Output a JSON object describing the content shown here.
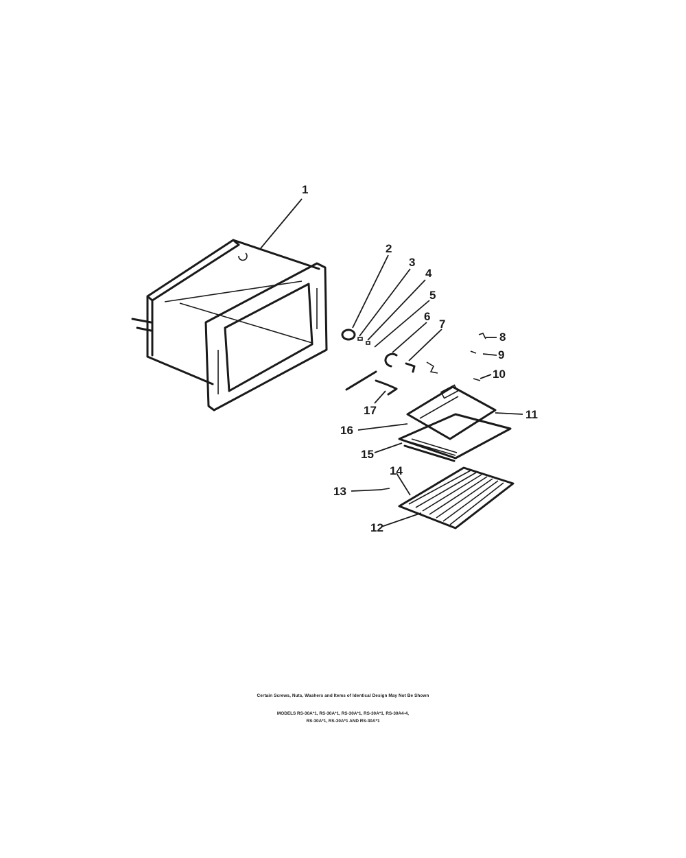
{
  "callouts": [
    {
      "id": "1",
      "text": "1"
    },
    {
      "id": "2",
      "text": "2"
    },
    {
      "id": "3",
      "text": "3"
    },
    {
      "id": "4",
      "text": "4"
    },
    {
      "id": "5",
      "text": "5"
    },
    {
      "id": "6",
      "text": "6"
    },
    {
      "id": "7",
      "text": "7"
    },
    {
      "id": "8",
      "text": "8"
    },
    {
      "id": "9",
      "text": "9"
    },
    {
      "id": "10",
      "text": "10"
    },
    {
      "id": "11",
      "text": "11"
    },
    {
      "id": "12",
      "text": "12"
    },
    {
      "id": "13",
      "text": "13"
    },
    {
      "id": "14",
      "text": "14"
    },
    {
      "id": "15",
      "text": "15"
    },
    {
      "id": "16",
      "text": "16"
    },
    {
      "id": "17",
      "text": "17"
    }
  ],
  "footer": {
    "note": "Certain Screws, Nuts, Washers and Items of Identical Design May Not Be Shown",
    "models_line1": "MODELS RS-30A*1, RS-30A*1, RS-30A*1, RS-30A*1, RS-30A4-4,",
    "models_line2": "RS-30A*1, RS-30A*1 AND RS-30A*1"
  }
}
